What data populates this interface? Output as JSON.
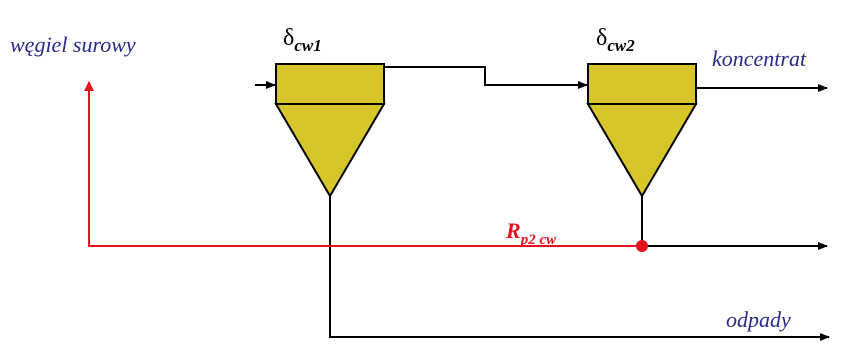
{
  "labels": {
    "raw_coal": "węgiel surowy",
    "concentrate": "koncentrat",
    "waste": "odpady"
  },
  "stage1": {
    "symbol": "δ",
    "subscript": "cw1"
  },
  "stage2": {
    "symbol": "δ",
    "subscript": "cw2"
  },
  "recycle": {
    "symbol": "R",
    "subscript": "p2 cw"
  },
  "colors": {
    "separator_fill": "#d6c62a",
    "outline": "#000000",
    "recycle_line": "#e8111e",
    "label_text": "#2a2a8c"
  }
}
